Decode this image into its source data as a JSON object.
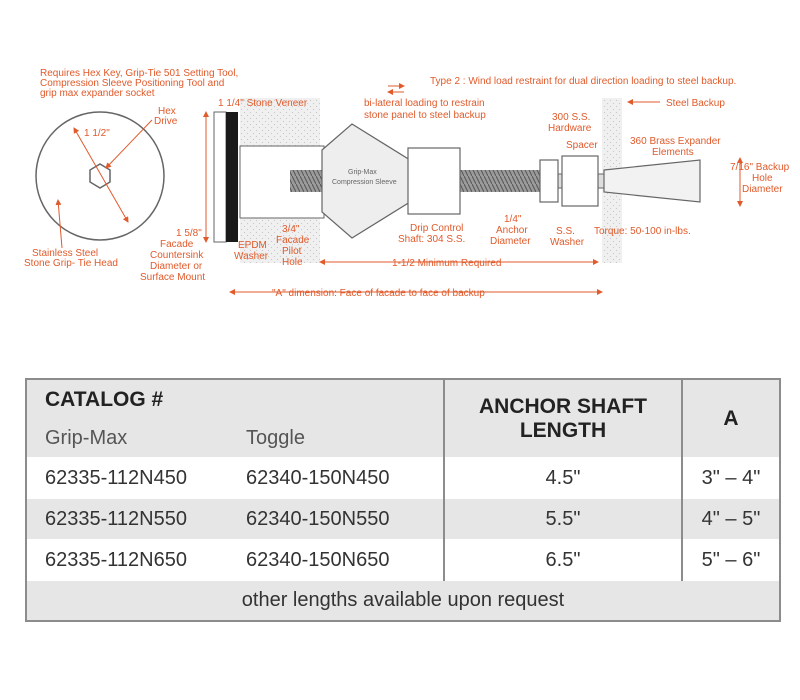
{
  "diagram": {
    "callouts": {
      "requires_1": "Requires Hex Key, Grip-Tie 501 Setting Tool,",
      "requires_2": "Compression Sleeve Positioning Tool and",
      "requires_3": "grip max expander socket",
      "hex_1": "Hex",
      "hex_2": "Drive",
      "dim_1_1_2": "1 1/2\"",
      "head_1": "Stainless Steel",
      "head_2": "Stone Grip- Tie Head",
      "stone_veneer": "1 1/4\" Stone Veneer",
      "countersink_1": "1 5/8\"",
      "countersink_2": "Facade",
      "countersink_3": "Countersink",
      "countersink_4": "Diameter or",
      "countersink_5": "Surface Mount",
      "epdm_1": "EPDM",
      "epdm_2": "Washer",
      "pilot_1": "3/4\"",
      "pilot_2": "Facade",
      "pilot_3": "Pilot",
      "pilot_4": "Hole",
      "sleeve_1": "Grip-Max",
      "sleeve_2": "Compression Sleeve",
      "type2": "Type 2 : Wind load restraint for dual direction loading to steel backup.",
      "bilateral_1": "bi-lateral loading to restrain",
      "bilateral_2": "stone panel to steel backup",
      "hardware_1": "300 S.S.",
      "hardware_2": "Hardware",
      "steel_backup": "Steel Backup",
      "spacer": "Spacer",
      "brass_1": "360 Brass Expander",
      "brass_2": "Elements",
      "backup_hole_1": "7/16\" Backup",
      "backup_hole_2": "Hole",
      "backup_hole_3": "Diameter",
      "drip_1": "Drip Control",
      "drip_2": "Shaft: 304 S.S.",
      "anchor_1": "1/4\"",
      "anchor_2": "Anchor",
      "anchor_3": "Diameter",
      "washer_1": "S.S.",
      "washer_2": "Washer",
      "torque": "Torque: 50-100 in-lbs.",
      "min_req": "1-1/2 Minimum Required",
      "a_dim": "\"A\" dimension: Face of facade to face of backup"
    }
  },
  "table": {
    "catalog_header": "CATALOG #",
    "shaft_header_1": "ANCHOR SHAFT",
    "shaft_header_2": "LENGTH",
    "a_header": "A",
    "sub_gripmax": "Grip-Max",
    "sub_toggle": "Toggle",
    "rows": [
      {
        "gripmax": "62335-112N450",
        "toggle": "62340-150N450",
        "length": "4.5\"",
        "a": "3\" – 4\""
      },
      {
        "gripmax": "62335-112N550",
        "toggle": "62340-150N550",
        "length": "5.5\"",
        "a": "4\" – 5\""
      },
      {
        "gripmax": "62335-112N650",
        "toggle": "62340-150N650",
        "length": "6.5\"",
        "a": "5\" – 6\""
      }
    ],
    "footer": "other lengths available upon request"
  },
  "colors": {
    "annotation": "#e05a2b",
    "table_border": "#8c8c8c",
    "row_shade": "#e6e6e6"
  }
}
